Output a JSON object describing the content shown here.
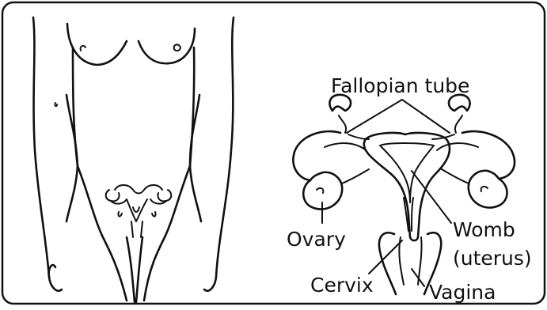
{
  "labels": {
    "fallopian_tube": "Fallopian tube",
    "ovary": "Ovary",
    "womb_line1": "Womb",
    "womb_line2": "(uterus)",
    "cervix": "Cervix",
    "vagina": "Vagina"
  },
  "colors": {
    "ink": "#111111",
    "background": "#ffffff"
  }
}
